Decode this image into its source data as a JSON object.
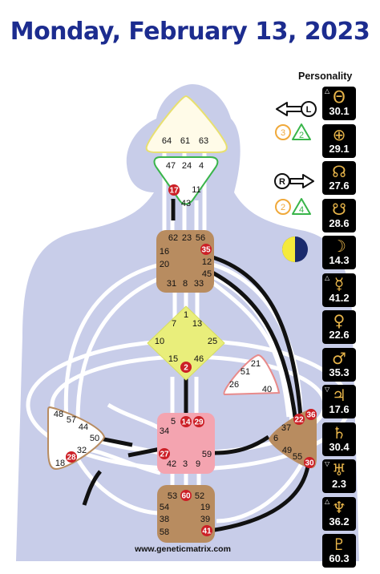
{
  "date_title": "Monday, February 13, 2023",
  "watermark": "www.geneticmatrix.com",
  "personality_label": "Personality",
  "colors": {
    "title": "#1c2c8f",
    "body_silhouette": "#c8cde9",
    "head_center": "#fffbe8",
    "ajna_center": "#ffffff",
    "throat_center": "#b88c60",
    "g_center": "#e9ee7b",
    "ego_center": "#ffffff",
    "sacral_center": "#f4a4b0",
    "spleen_center": "#ffffff",
    "solar_plexus_center": "#b88c60",
    "root_center": "#b88c60",
    "active_gate": "#cc1f26",
    "channel_active": "#111111",
    "planet_bg": "#000000",
    "planet_symbol": "#e8b54a"
  },
  "arrows": {
    "top": {
      "letter": "L",
      "num_left": "3",
      "num_right": "2",
      "left_color": "#f0a93a",
      "right_color": "#39b54a"
    },
    "bottom": {
      "letter": "R",
      "num_left": "2",
      "num_right": "4",
      "left_color": "#f0a93a",
      "right_color": "#39b54a"
    }
  },
  "centers": {
    "head": [
      "64",
      "61",
      "63"
    ],
    "ajna": {
      "gates": [
        "47",
        "24",
        "4",
        "11",
        "43"
      ],
      "active": [
        "17"
      ]
    },
    "throat": {
      "gates": [
        "62",
        "23",
        "56",
        "16",
        "20",
        "31",
        "8",
        "33",
        "12",
        "45"
      ],
      "active": [
        "35"
      ]
    },
    "g": {
      "gates": [
        "1",
        "7",
        "13",
        "10",
        "25",
        "15",
        "46"
      ],
      "active": [
        "2"
      ]
    },
    "ego": [
      "21",
      "51",
      "26",
      "40"
    ],
    "spleen": {
      "gates": [
        "48",
        "57",
        "44",
        "50",
        "32",
        "18"
      ],
      "active": [
        "28"
      ]
    },
    "sacral": {
      "gates": [
        "5",
        "34",
        "59",
        "42",
        "3",
        "9"
      ],
      "active": [
        "14",
        "29",
        "27"
      ]
    },
    "solar_plexus": {
      "gates": [
        "37",
        "6",
        "49",
        "55"
      ],
      "active": [
        "22",
        "36",
        "30"
      ]
    },
    "root": {
      "gates": [
        "53",
        "52",
        "54",
        "19",
        "38",
        "39",
        "58"
      ],
      "active": [
        "60",
        "41"
      ]
    }
  },
  "planets": [
    {
      "icon": "sun-icon",
      "symbol": "Θ",
      "value": "30.1",
      "marker": "△"
    },
    {
      "icon": "earth-icon",
      "symbol": "⊕",
      "value": "29.1",
      "marker": ""
    },
    {
      "icon": "north-node-icon",
      "symbol": "☊",
      "value": "27.6",
      "marker": ""
    },
    {
      "icon": "south-node-icon",
      "symbol": "☋",
      "value": "28.6",
      "marker": ""
    },
    {
      "icon": "moon-icon",
      "symbol": "☽",
      "value": "14.3",
      "marker": ""
    },
    {
      "icon": "mercury-icon",
      "symbol": "☿",
      "value": "41.2",
      "marker": "△"
    },
    {
      "icon": "venus-icon",
      "symbol": "♀",
      "value": "22.6",
      "marker": ""
    },
    {
      "icon": "mars-icon",
      "symbol": "♂",
      "value": "35.3",
      "marker": ""
    },
    {
      "icon": "jupiter-icon",
      "symbol": "♃",
      "value": "17.6",
      "marker": "▽"
    },
    {
      "icon": "saturn-icon",
      "symbol": "♄",
      "value": "30.4",
      "marker": ""
    },
    {
      "icon": "uranus-icon",
      "symbol": "♅",
      "value": "2.3",
      "marker": "▽"
    },
    {
      "icon": "neptune-icon",
      "symbol": "♆",
      "value": "36.2",
      "marker": "△"
    },
    {
      "icon": "pluto-icon",
      "symbol": "♇",
      "value": "60.3",
      "marker": ""
    }
  ]
}
